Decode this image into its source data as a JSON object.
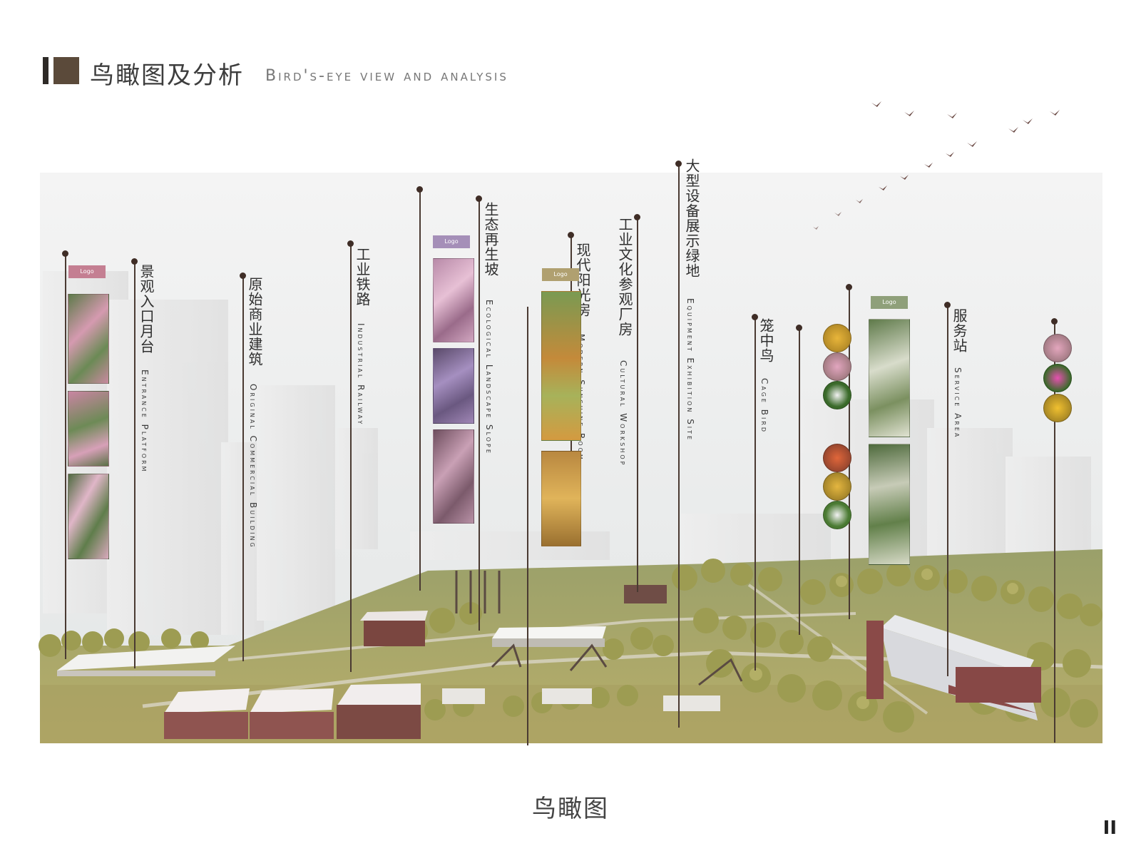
{
  "header": {
    "title_zh": "鸟瞰图及分析",
    "title_en": "Bird's-eye view and analysis"
  },
  "labels": [
    {
      "zh": "景观入口月台",
      "en": "Entrance Platform"
    },
    {
      "zh": "原始商业建筑",
      "en": "Original Commercial Building"
    },
    {
      "zh": "工业铁路",
      "en": "Industrial Railway"
    },
    {
      "zh": "生态再生坡",
      "en": "Ecological Landscape Slope"
    },
    {
      "zh": "现代阳光房",
      "en": "Modern Sunshine Room"
    },
    {
      "zh": "工业文化参观厂房",
      "en": "Cultural Workshop"
    },
    {
      "zh": "大型设备展示绿地",
      "en": "Equipment Exhibition Site"
    },
    {
      "zh": "笼中鸟",
      "en": "Cage Bird"
    },
    {
      "zh": "服务站",
      "en": "Service Area"
    }
  ],
  "plant_tags": [
    "Logo",
    "Logo",
    "Logo",
    "Logo"
  ],
  "colors": {
    "pin": "#4a3a32",
    "tag_pink": "#c47f92",
    "tag_purple": "#a58fb8",
    "tag_olive": "#b0a070",
    "tag_green": "#8fa07a",
    "grass": "#a3a45a",
    "tree": "#9a9a4f",
    "brick": "#8a4a48"
  },
  "caption": "鸟瞰图",
  "page_number": "II"
}
